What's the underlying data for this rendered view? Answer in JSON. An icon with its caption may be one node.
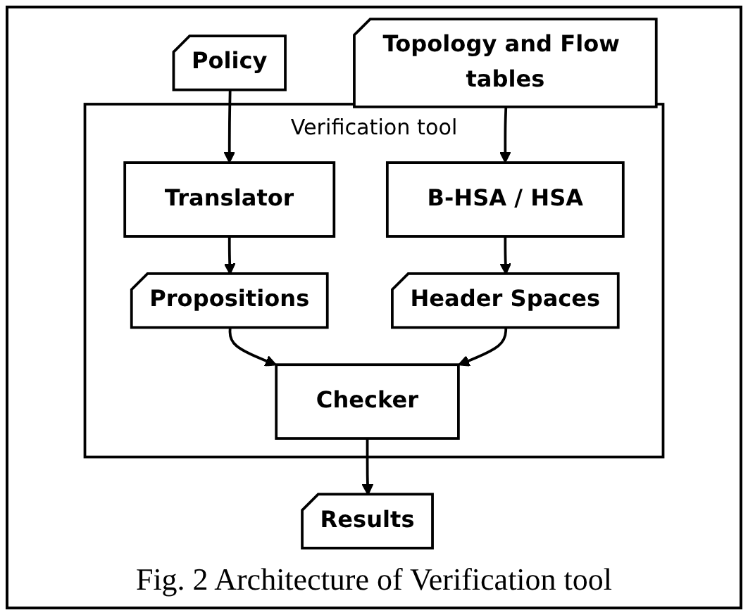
{
  "diagram": {
    "caption": "Fig.  2 Architecture of Verification tool",
    "nodes": [
      {
        "text": [
          "Topology and Flow tables"
        ]
      },
      {
        "text": [
          "Policy"
        ]
      },
      {
        "text": [
          "Verification tool"
        ]
      },
      {
        "text": [
          "Translator"
        ],
        "in": 2
      },
      {
        "text": [
          "B-HSA / HSA"
        ],
        "in": 2
      },
      {
        "text": [
          "Propositions"
        ],
        "in": 2
      },
      {
        "text": [
          "Header Spaces"
        ],
        "in": 2
      },
      {
        "text": [
          "Checker"
        ],
        "in": 2
      },
      {
        "text": [
          "Results"
        ]
      }
    ],
    "edges": [
      {
        "from": 0,
        "to": 4,
        "arrow": "to"
      },
      {
        "from": 1,
        "to": 3,
        "arrow": "to"
      },
      {
        "from": 3,
        "to": 5,
        "arrow": "to"
      },
      {
        "from": 4,
        "to": 6,
        "arrow": "to"
      },
      {
        "from": 5,
        "to": 7,
        "arrow": "to"
      },
      {
        "from": 6,
        "to": 7,
        "arrow": "to"
      },
      {
        "from": 7,
        "to": 8,
        "arrow": "to"
      }
    ]
  }
}
